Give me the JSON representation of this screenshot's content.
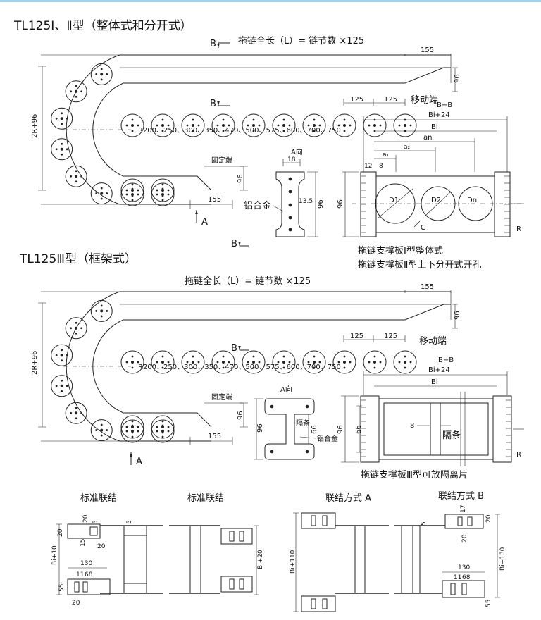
{
  "section1": {
    "title": "TL125Ⅰ、Ⅱ型（整体式和分开式）",
    "total_length": "拖链全长（L）= 链节数 ×125",
    "b_marker": "B",
    "a_marker": "A",
    "dim_155": "155",
    "dim_96": "96",
    "dim_125": "125",
    "moving_end": "移动端",
    "fixed_end": "固定端",
    "height_label": "2R+96",
    "radius_list": "R200、250、300、350、470、500、575、600、700、750",
    "a_view": "A向",
    "a_dim_18": "18",
    "a_dim_135": "13.5",
    "aluminum": "铝合金",
    "bb": "B−B",
    "bi24": "Bi+24",
    "bi": "Bi",
    "an": "an",
    "a2": "a₂",
    "a1": "a₁",
    "d12": "12",
    "d8": "8",
    "D1": "D1",
    "D2": "D2",
    "Dn": "Dn",
    "C": "C",
    "R": "R",
    "caption1": "拖链支撑板Ⅰ型整体式",
    "caption2": "拖链支撑板Ⅱ型上下分开式开孔"
  },
  "section2": {
    "title": "TL125Ⅲ型（框架式）",
    "total_length": "拖链全长（L）= 链节数 ×125",
    "dim_155": "155",
    "dim_96": "96",
    "dim_125": "125",
    "moving_end": "移动端",
    "fixed_end": "固定端",
    "height_label": "2R+96",
    "radius_list": "R200、250、300、350、470、500、575、600、700、750",
    "b_marker": "B",
    "a_marker": "A",
    "a_view": "A向",
    "separator": "隔条",
    "aluminum": "铝合金",
    "dim_66": "66",
    "bb": "B−B",
    "bi24": "Bi+24",
    "bi": "Bi",
    "d8": "8",
    "R": "R",
    "caption": "拖链支撑板Ⅲ型可放隔离片"
  },
  "section3": {
    "std1": "标准联结",
    "std2": "标准联结",
    "modeA": "联结方式 A",
    "modeB": "联结方式 B",
    "d20": "20",
    "d5": "5",
    "d15": "15",
    "d130": "130",
    "d11": "11",
    "d68": "68",
    "d55": "55",
    "d17": "17",
    "bi10": "Bi+10",
    "bi20": "Bi+20",
    "bi110": "Bi+110",
    "bi130": "Bi+130"
  }
}
